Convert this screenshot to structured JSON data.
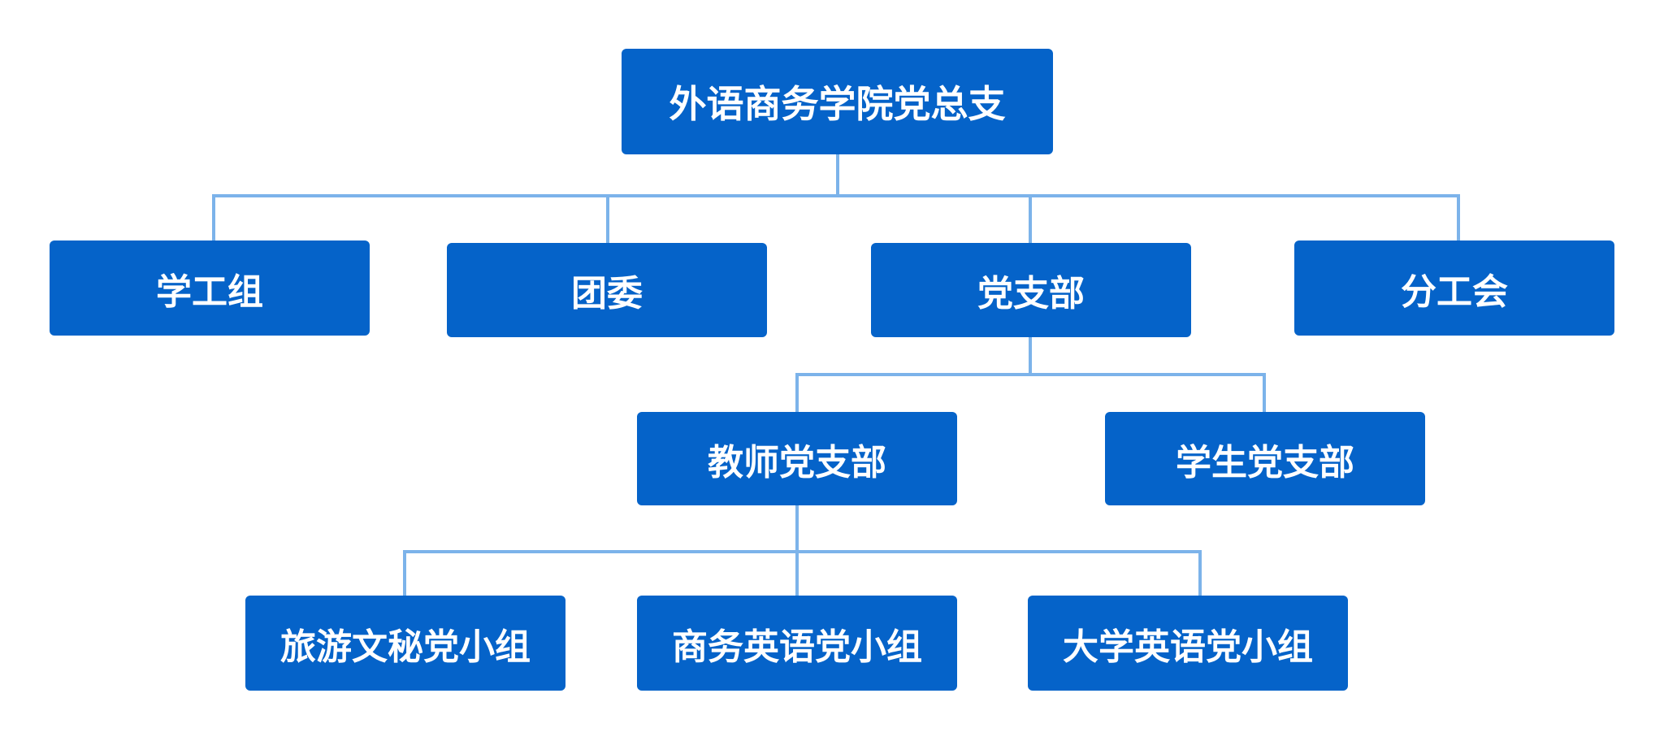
{
  "org_chart": {
    "root": {
      "label": "外语商务学院党总支"
    },
    "level1": [
      {
        "label": "学工组"
      },
      {
        "label": "团委"
      },
      {
        "label": "党支部"
      },
      {
        "label": "分工会"
      }
    ],
    "level2": [
      {
        "label": "教师党支部"
      },
      {
        "label": "学生党支部"
      }
    ],
    "level3": [
      {
        "label": "旅游文秘党小组"
      },
      {
        "label": "商务英语党小组"
      },
      {
        "label": "大学英语党小组"
      }
    ]
  },
  "colors": {
    "node_fill": "#0563c9",
    "node_text": "#ffffff",
    "connector": "#7cb3ea"
  }
}
